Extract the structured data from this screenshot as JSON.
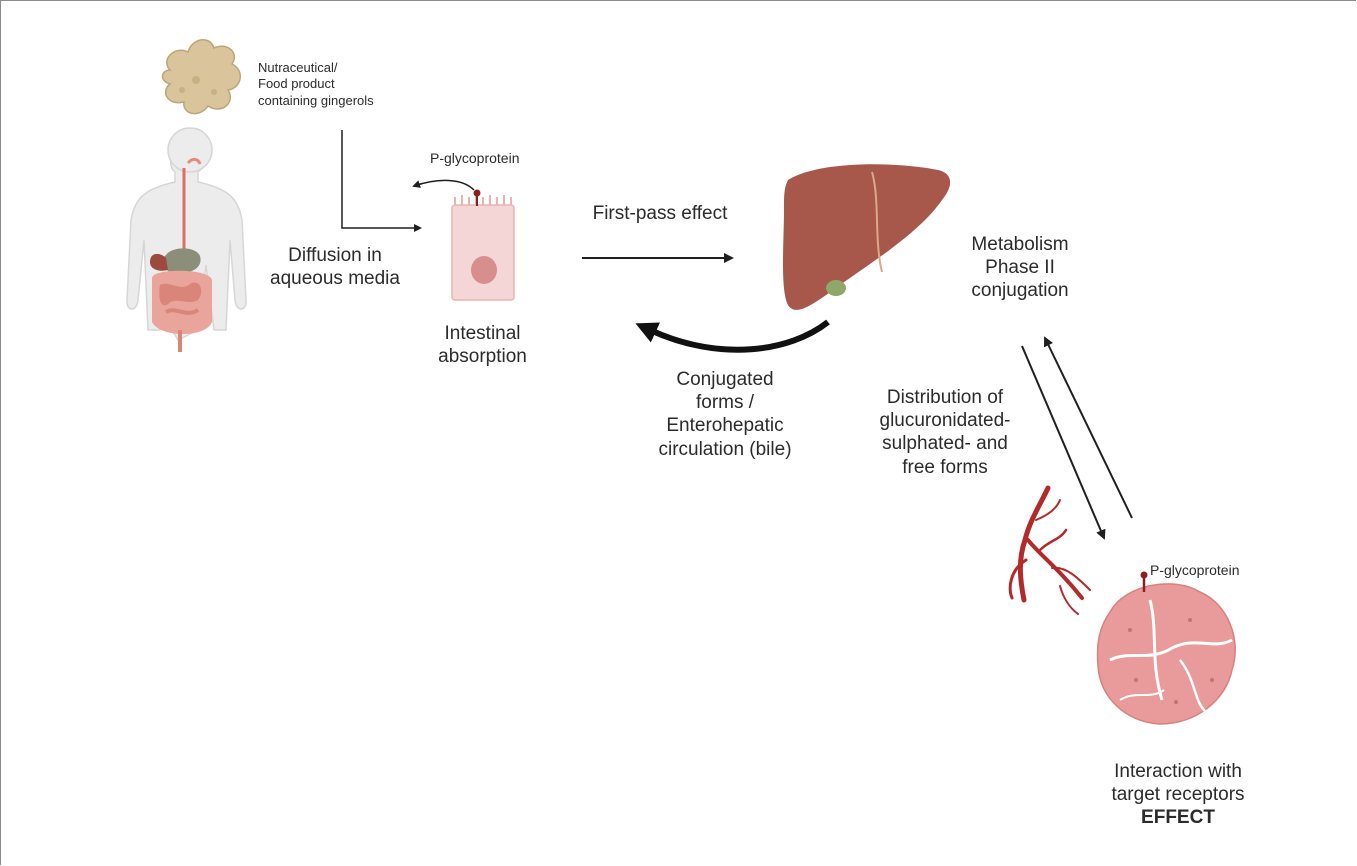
{
  "labels": {
    "nutraceutical": [
      "Nutraceutical/",
      "Food product",
      "containing gingerols"
    ],
    "p_glycoprotein_top": "P-glycoprotein",
    "diffusion": [
      "Diffusion in",
      "aqueous media"
    ],
    "intestinal": [
      "Intestinal",
      "absorption"
    ],
    "first_pass": "First-pass effect",
    "conjugated": [
      "Conjugated",
      "forms /",
      "Enterohepatic",
      "circulation (bile)"
    ],
    "metabolism": [
      "Metabolism",
      "Phase II",
      "conjugation"
    ],
    "distribution": [
      "Distribution of",
      "glucuronidated-",
      "sulphated- and",
      "free forms"
    ],
    "p_glycoprotein_bottom": "P-glycoprotein",
    "interaction": [
      "Interaction with",
      "target receptors"
    ],
    "effect": "EFFECT"
  },
  "icons": [
    "ginger-root-icon",
    "human-digestive-system-icon",
    "enterocyte-cell-icon",
    "liver-icon",
    "blood-vessel-icon",
    "target-tissue-icon"
  ],
  "colors": {
    "liver": "#a8574b",
    "cell": "#f2c9c9",
    "tissue": "#e99a9a",
    "vessel": "#b22a2a",
    "ginger": "#d9c49b",
    "arrow": "#1f1f1f"
  }
}
